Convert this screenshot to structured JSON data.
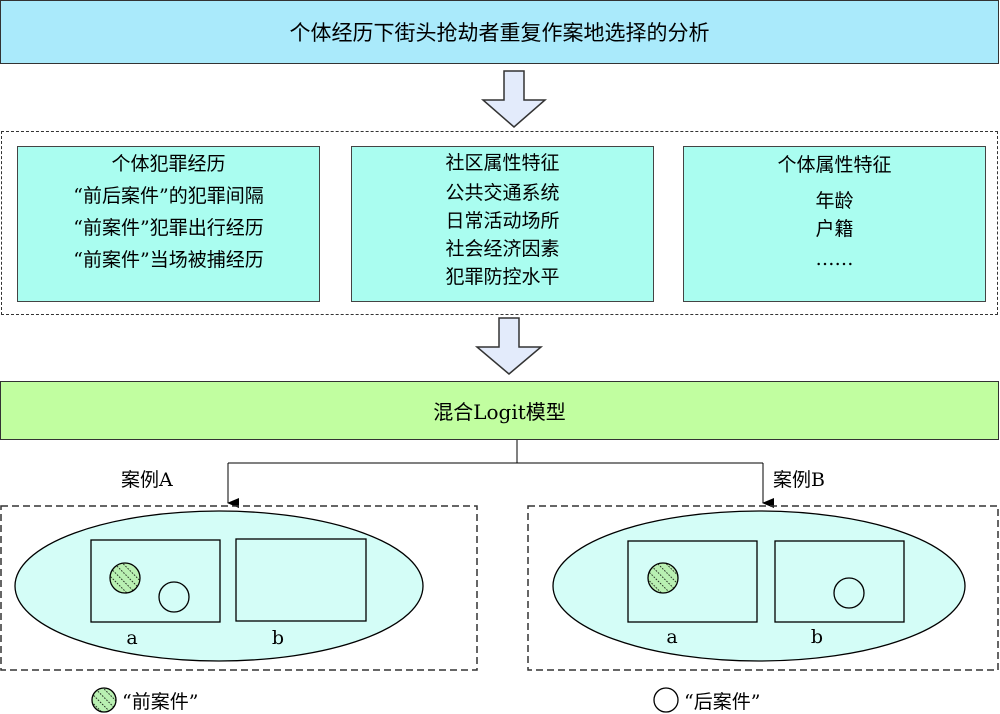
{
  "title": "个体经历下街头抢劫者重复作案地选择的分析",
  "factors": [
    {
      "heading": "个体犯罪经历",
      "items": [
        "“前后案件”的犯罪间隔",
        "“前案件”犯罪出行经历",
        "“前案件”当场被捕经历"
      ]
    },
    {
      "heading": "社区属性特征",
      "items": [
        "公共交通系统",
        "日常活动场所",
        "社会经济因素",
        "犯罪防控水平"
      ]
    },
    {
      "heading": "个体属性特征",
      "items": [
        "年龄",
        "户籍",
        "……"
      ]
    }
  ],
  "model": "混合Logit模型",
  "cases": [
    {
      "label": "案例A",
      "areas": [
        "a",
        "b"
      ],
      "prior_case_area": "a",
      "later_case_area": "a"
    },
    {
      "label": "案例B",
      "areas": [
        "a",
        "b"
      ],
      "prior_case_area": "a",
      "later_case_area": "b"
    }
  ],
  "legend": {
    "prior": "“前案件”",
    "later": "“后案件”"
  },
  "colors": {
    "title_fill": "#aaeafb",
    "factor_fill": "#aafdf0",
    "model_fill": "#c1fea0",
    "ellipse_fill": "#d4fdf7",
    "arrow_fill": "#e3ebfb",
    "hatch_fill": "#b9f0b2"
  }
}
